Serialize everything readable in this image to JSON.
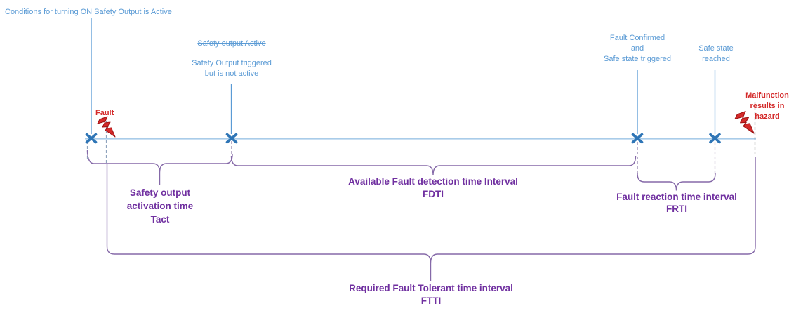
{
  "title": "Fault tolerant time interval timeline diagram",
  "colors": {
    "label_blue": "#5B9BD5",
    "timeline_blue": "#A9CCE9",
    "marker_blue": "#2E75B6",
    "brace_purple": "#8569A8",
    "label_purple": "#7030A0",
    "fault_red": "#D42A2A",
    "dash_gray_blue": "#8FA3BD",
    "dash_purple": "#8D7BA8",
    "dash_dark": "#53565C"
  },
  "top_labels": {
    "conditions": "Conditions for turning ON Safety Output is Active",
    "output_active_struck": "Safety output Active",
    "output_triggered": "Safety Output triggered\nbut is not active",
    "fault_confirmed": "Fault Confirmed\nand\nSafe state triggered",
    "safe_state_reached": "Safe state\nreached"
  },
  "fault_labels": {
    "fault": "Fault",
    "malfunction": "Malfunction\nresults in\nhazard"
  },
  "intervals": [
    {
      "id": "tact",
      "label": "Safety output\nactivation time\nTact"
    },
    {
      "id": "fdti",
      "label": "Available Fault detection time Interval\nFDTI"
    },
    {
      "id": "frti",
      "label": "Fault reaction time interval\nFRTI"
    },
    {
      "id": "ftti",
      "label": "Required Fault Tolerant time interval\nFTTI"
    }
  ],
  "icons": {
    "timeline_marker": "x-cross",
    "fault_bolt": "lightning",
    "hazard_bolt": "lightning"
  }
}
